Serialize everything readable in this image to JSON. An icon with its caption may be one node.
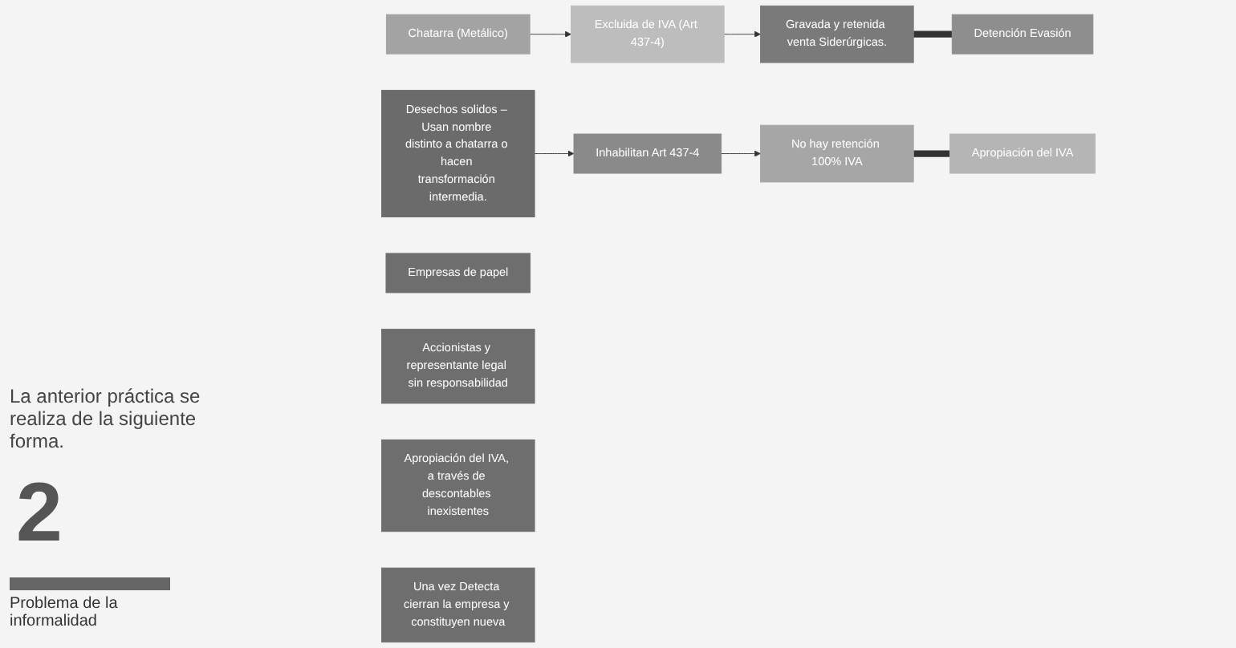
{
  "diagram": {
    "nodes": [
      {
        "text": [
          "Chatarra (Metálico)"
        ]
      },
      {
        "text": [
          "Excluida de IVA (Art 437-4)"
        ]
      },
      {
        "text": [
          "Gravada y retenida venta Siderúrgicas."
        ]
      },
      {
        "text": [
          "Detención Evasión"
        ]
      },
      {
        "text": [
          "Desechos solidos – Usan nombre distinto a chatarra o hacen transformación intermedia."
        ]
      },
      {
        "text": [
          "Inhabilitan Art 437-4"
        ]
      },
      {
        "text": [
          "No hay retención 100% IVA"
        ]
      },
      {
        "text": [
          "Apropiación del IVA"
        ]
      },
      {
        "text": [
          "Empresas de papel"
        ]
      },
      {
        "text": [
          "Accionistas y representante legal sin responsabilidad"
        ]
      },
      {
        "text": [
          "Apropiación del IVA, a través de descontables inexistentes"
        ]
      },
      {
        "text": [
          "Una vez Detecta cierran la empresa y constituyen nueva"
        ]
      }
    ],
    "edges": [
      {
        "from": 0,
        "to": 1,
        "arrow": "to"
      },
      {
        "from": 1,
        "to": 2,
        "arrow": "to"
      },
      {
        "from": 2,
        "to": 3,
        "arrow": "none",
        "style": "thick"
      },
      {
        "from": 4,
        "to": 5,
        "arrow": "to"
      },
      {
        "from": 5,
        "to": 6,
        "arrow": "to"
      },
      {
        "from": 6,
        "to": 7,
        "arrow": "none",
        "style": "thick"
      }
    ],
    "labels": [
      "La anterior práctica se realiza de la siguiente forma.",
      "2",
      "Problema de la informalidad"
    ]
  }
}
